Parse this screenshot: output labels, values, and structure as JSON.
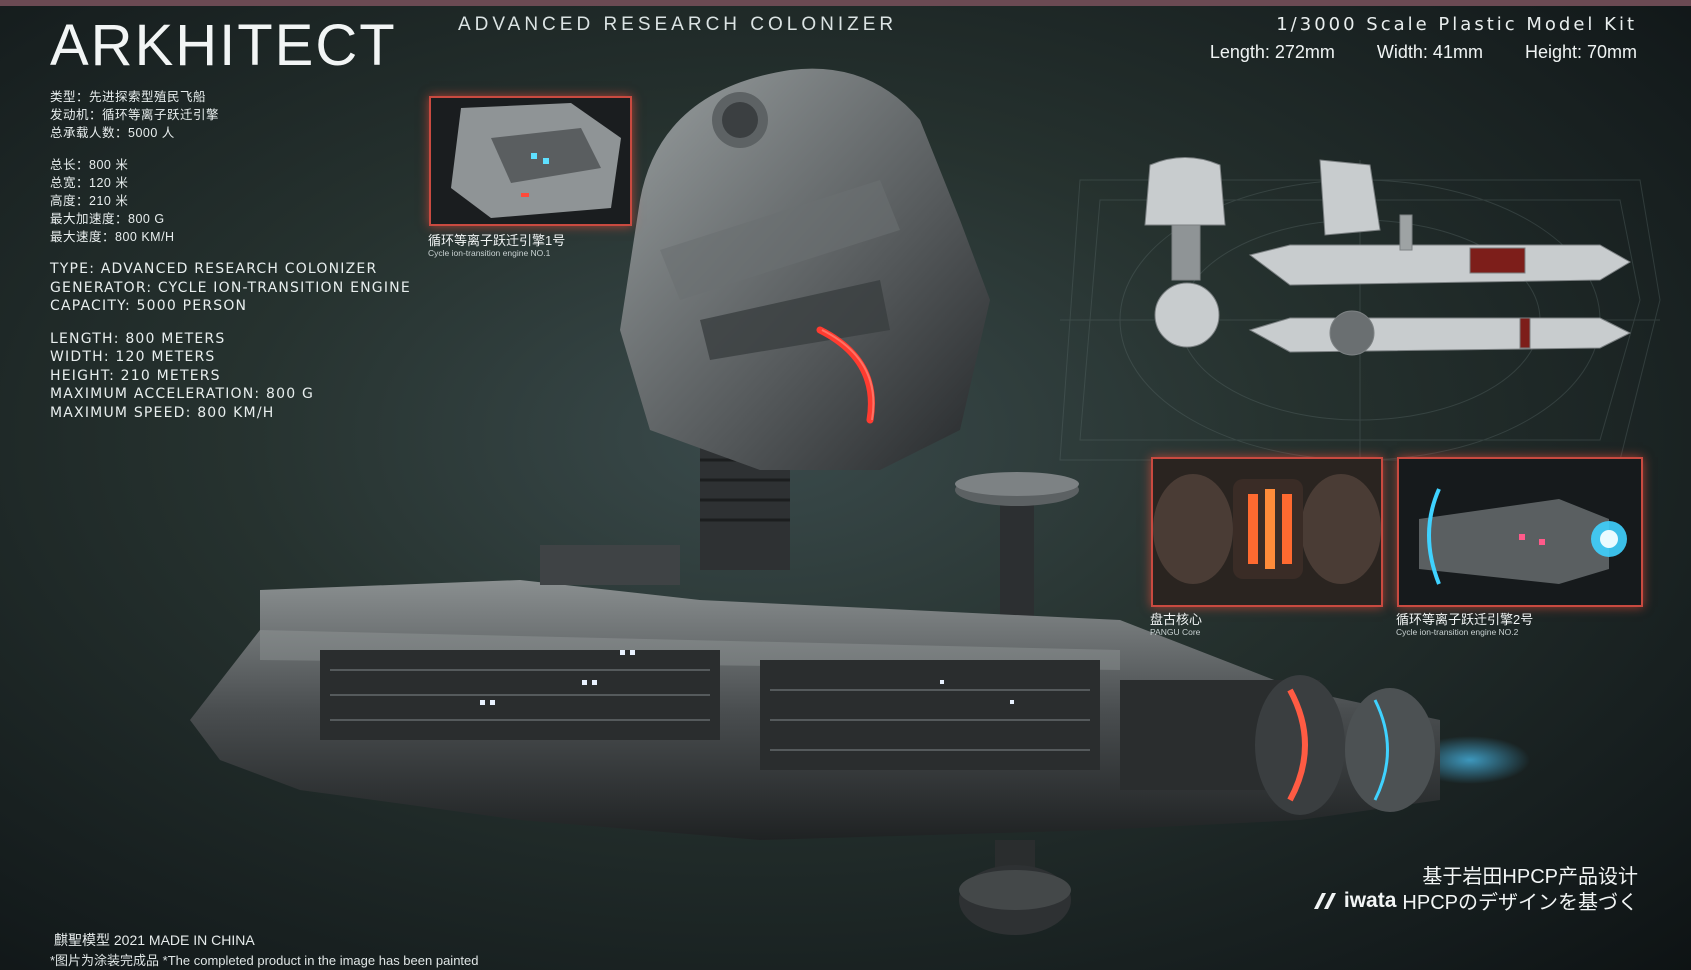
{
  "header": {
    "title": "ARKHITECT",
    "subtitle": "ADVANCED RESEARCH COLONIZER",
    "scale": "1/3000 Scale Plastic Model Kit",
    "length": "Length: 272mm",
    "width": "Width: 41mm",
    "height": "Height: 70mm"
  },
  "specs_zh_1": [
    "类型：先进探索型殖民飞船",
    "发动机：循环等离子跃迁引擎",
    "总承载人数：5000 人"
  ],
  "specs_zh_2": [
    "总长：800 米",
    "总宽：120 米",
    "高度：210 米",
    "最大加速度：800 G",
    "最大速度：800 KM/H"
  ],
  "specs_en_1": [
    "TYPE: ADVANCED RESEARCH COLONIZER",
    "GENERATOR: CYCLE ION-TRANSITION ENGINE",
    "CAPACITY: 5000 PERSON"
  ],
  "specs_en_2": [
    "LENGTH: 800 METERS",
    "WIDTH: 120 METERS",
    "HEIGHT: 210 METERS",
    "MAXIMUM ACCELERATION: 800 G",
    "MAXIMUM SPEED: 800 KM/H"
  ],
  "panels": {
    "engine1_zh": "循环等离子跃迁引擎1号",
    "engine1_en": "Cycle ion-transition engine NO.1",
    "core_zh": "盘古核心",
    "core_en": "PANGU Core",
    "engine2_zh": "循环等离子跃迁引擎2号",
    "engine2_en": "Cycle ion-transition engine NO.2"
  },
  "footer": {
    "maker": "麒聖模型  2021 MADE IN CHINA",
    "note": "*图片为涂装完成品  *The completed product in the image has been painted",
    "brand_zh": "基于岩田HPCP产品设计",
    "brand_logo": "iwata",
    "brand_jp": "HPCPのデザインを基づく"
  },
  "colors": {
    "accent_red": "#c94a40",
    "glow_red": "#ff3b30",
    "glow_cyan": "#3fd2ff"
  }
}
